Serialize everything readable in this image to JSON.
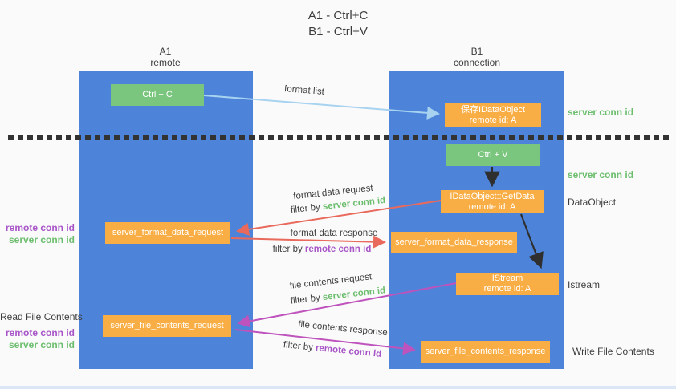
{
  "title": {
    "line1": "A1 - Ctrl+C",
    "line2": "B1 - Ctrl+V"
  },
  "columns": {
    "a1": {
      "name": "A1",
      "subtitle": "remote"
    },
    "b1": {
      "name": "B1",
      "subtitle": "connection"
    }
  },
  "boxes": {
    "ctrl_c": "Ctrl + C",
    "ctrl_v": "Ctrl + V",
    "save_idataobject": {
      "line1": "保存IDataObject",
      "line2": "remote id: A"
    },
    "getdata": {
      "line1": "IDataObject::GetData",
      "line2": "remote id: A"
    },
    "istream": {
      "line1": "IStream",
      "line2": "remote id: A"
    },
    "server_format_data_request": "server_format_data_request",
    "server_format_data_response": "server_format_data_response",
    "server_file_contents_request": "server_file_contents_request",
    "server_file_contents_response": "server_file_contents_response"
  },
  "flow_labels": {
    "format_list": "format list",
    "format_data_request": "format data request",
    "format_data_response": "format data response",
    "file_contents_request": "file contents request",
    "file_contents_response": "file contents response",
    "filter_by": "filter by ",
    "server_conn_id": "server conn id",
    "remote_conn_id": "remote conn id"
  },
  "side_labels": {
    "left_format_remote": "remote conn id",
    "left_format_server": "server conn id",
    "read_file_contents": "Read File Contents",
    "left_file_remote": "remote conn id",
    "left_file_server": "server conn id",
    "right_server_conn_top": "server conn id",
    "right_server_conn_mid": "server conn id",
    "dataobject": "DataObject",
    "istream": "Istream",
    "write_file_contents": "Write File Contents"
  },
  "colors": {
    "background": "#fafafa",
    "lane_blue": "#4d84d9",
    "box_green": "#7bc67e",
    "box_orange": "#f9ae45",
    "arrow_light_blue": "#a8d3f0",
    "arrow_red": "#e96a5c",
    "arrow_magenta": "#bf53bd",
    "arrow_black": "#2f2f2f",
    "label_green": "#6cbe6e",
    "label_purple": "#a855c8",
    "text_dark": "#3d3d3d"
  }
}
